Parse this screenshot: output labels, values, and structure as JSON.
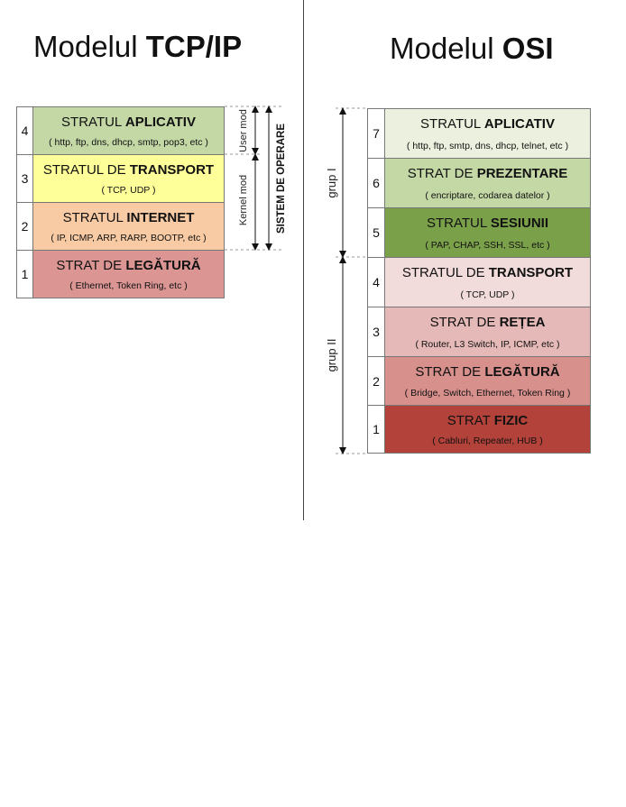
{
  "tcpip": {
    "title_regular": "Modelul ",
    "title_bold": "TCP/IP",
    "layers": [
      {
        "num": "4",
        "name": "STRATUL ",
        "name_bold": "APLICATIV",
        "sub": "( http, ftp, dns, dhcp, smtp, pop3, etc )",
        "color": "#c4d8a6"
      },
      {
        "num": "3",
        "name": "STRATUL DE ",
        "name_bold": "TRANSPORT",
        "sub": "( TCP, UDP )",
        "color": "#ffff99"
      },
      {
        "num": "2",
        "name": "STRATUL ",
        "name_bold": "INTERNET",
        "sub": "( IP, ICMP, ARP, RARP, BOOTP, etc )",
        "color": "#f8cba4"
      },
      {
        "num": "1",
        "name": "STRAT DE ",
        "name_bold": "LEGĂTURĂ",
        "sub": "( Ethernet, Token Ring, etc )",
        "color": "#db9694"
      }
    ],
    "user_mode": "User mod",
    "kernel_mode": "Kernel mod",
    "os_label": "SISTEM DE OPERARE"
  },
  "osi": {
    "title_regular": "Modelul ",
    "title_bold": "OSI",
    "layers": [
      {
        "num": "7",
        "name": "STRATUL ",
        "name_bold": "APLICATIV",
        "sub": "( http, ftp, smtp, dns, dhcp, telnet, etc )",
        "color": "#ebf1de"
      },
      {
        "num": "6",
        "name": "STRAT DE ",
        "name_bold": "PREZENTARE",
        "sub": "( encriptare, codarea datelor )",
        "color": "#c4d8a6"
      },
      {
        "num": "5",
        "name": "STRATUL ",
        "name_bold": "SESIUNII",
        "sub": "( PAP, CHAP, SSH, SSL, etc )",
        "color": "#7ba04a"
      },
      {
        "num": "4",
        "name": "STRATUL DE ",
        "name_bold": "TRANSPORT",
        "sub": "( TCP, UDP )",
        "color": "#f2dcdb"
      },
      {
        "num": "3",
        "name": "STRAT DE ",
        "name_bold": "REȚEA",
        "sub": "( Router, L3 Switch, IP, ICMP, etc )",
        "color": "#e5b9b7"
      },
      {
        "num": "2",
        "name": "STRAT DE ",
        "name_bold": "LEGĂTURĂ",
        "sub": "( Bridge, Switch, Ethernet, Token Ring )",
        "color": "#d8908d"
      },
      {
        "num": "1",
        "name": "STRAT ",
        "name_bold": "FIZIC",
        "sub": "( Cabluri, Repeater, HUB )",
        "color": "#b3423a"
      }
    ],
    "group1": "grup I",
    "group2": "grup II"
  }
}
